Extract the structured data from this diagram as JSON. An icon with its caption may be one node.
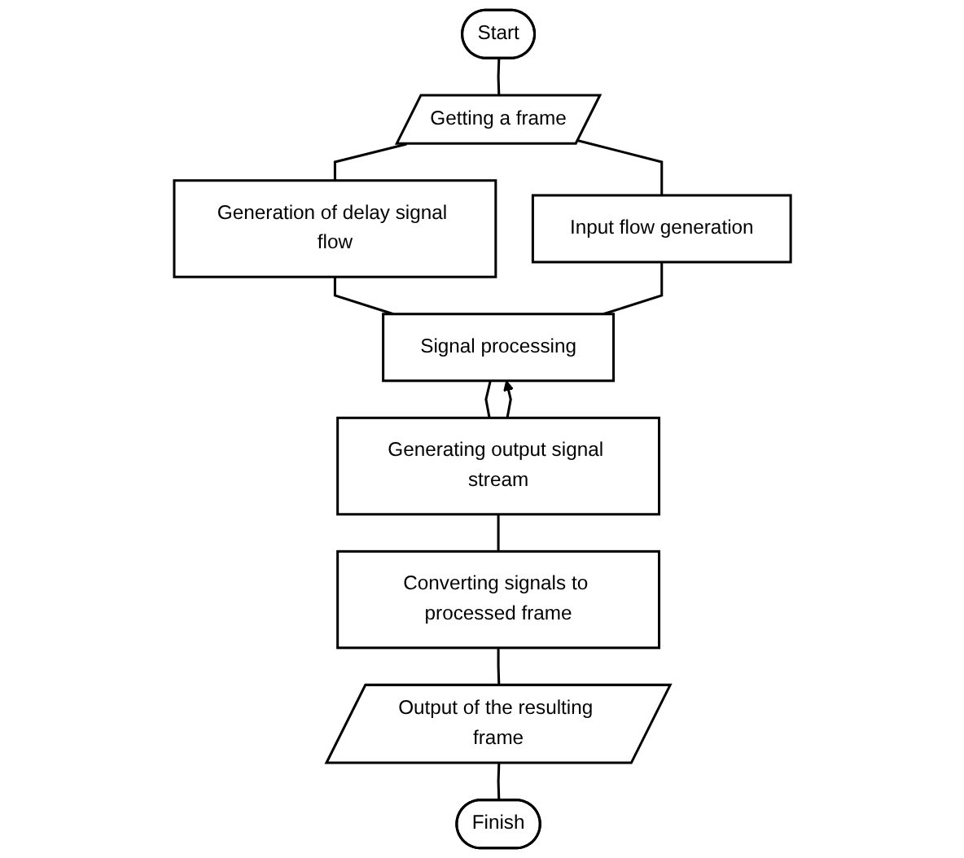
{
  "diagram": {
    "nodes": [
      {
        "text": [
          "Start"
        ]
      },
      {
        "text": [
          "Getting a frame"
        ]
      },
      {
        "text": [
          "Generation of delay signal flow"
        ]
      },
      {
        "text": [
          "Input flow generation"
        ]
      },
      {
        "text": [
          "Signal processing"
        ]
      },
      {
        "text": [
          "Generating output signal stream"
        ]
      },
      {
        "text": [
          "Converting signals to processed frame"
        ]
      },
      {
        "text": [
          "Output of the resulting frame"
        ]
      },
      {
        "text": [
          "Finish"
        ]
      }
    ],
    "edges": [
      {
        "from": 0,
        "to": 1,
        "arrow": "none"
      },
      {
        "from": 1,
        "to": 2,
        "arrow": "none"
      },
      {
        "from": 1,
        "to": 3,
        "arrow": "none"
      },
      {
        "from": 2,
        "to": 4,
        "arrow": "none"
      },
      {
        "from": 3,
        "to": 4,
        "arrow": "none"
      },
      {
        "from": 4,
        "to": 5,
        "arrow": "none"
      },
      {
        "from": 5,
        "to": 4,
        "arrow": "to"
      },
      {
        "from": 5,
        "to": 6,
        "arrow": "none"
      },
      {
        "from": 6,
        "to": 7,
        "arrow": "none"
      },
      {
        "from": 7,
        "to": 8,
        "arrow": "none"
      }
    ]
  }
}
